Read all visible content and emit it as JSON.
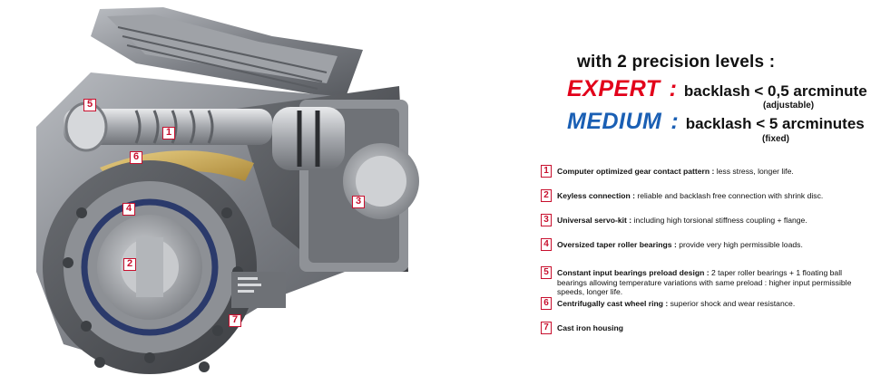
{
  "precision": {
    "heading": "with 2 precision levels :",
    "levels": [
      {
        "name": "EXPERT",
        "separator": ":",
        "description": "backlash < 0,5 arcminute",
        "note": "(adjustable)",
        "color": "#e2001a"
      },
      {
        "name": "MEDIUM",
        "separator": ":",
        "description": "backlash < 5 arcminutes",
        "note": "(fixed)",
        "color": "#1a5fb4"
      }
    ]
  },
  "callouts": [
    "5",
    "1",
    "6",
    "4",
    "2",
    "3",
    "7"
  ],
  "features": [
    {
      "number": "1",
      "title": "Computer optimized gear contact pattern :",
      "text": " less stress, longer life."
    },
    {
      "number": "2",
      "title": "Keyless connection :",
      "text": " reliable and backlash free connection with shrink disc."
    },
    {
      "number": "3",
      "title": "Universal servo-kit :",
      "text": " including high torsional stiffness coupling + flange."
    },
    {
      "number": "4",
      "title": "Oversized taper roller bearings :",
      "text": " provide very high permissible loads."
    },
    {
      "number": "5",
      "title": "Constant input bearings preload design :",
      "text": " 2 taper roller bearings + 1 floating ball bearings allowing temperature variations with same preload : higher input permissible speeds, longer life."
    },
    {
      "number": "6",
      "title": "Centrifugally cast wheel ring :",
      "text": " superior shock and wear resistance."
    },
    {
      "number": "7",
      "title": "Cast iron housing",
      "text": ""
    }
  ],
  "colors": {
    "accent_red": "#c8102e",
    "housing_grey": "#8a8d92",
    "bronze": "#c9a24a"
  }
}
